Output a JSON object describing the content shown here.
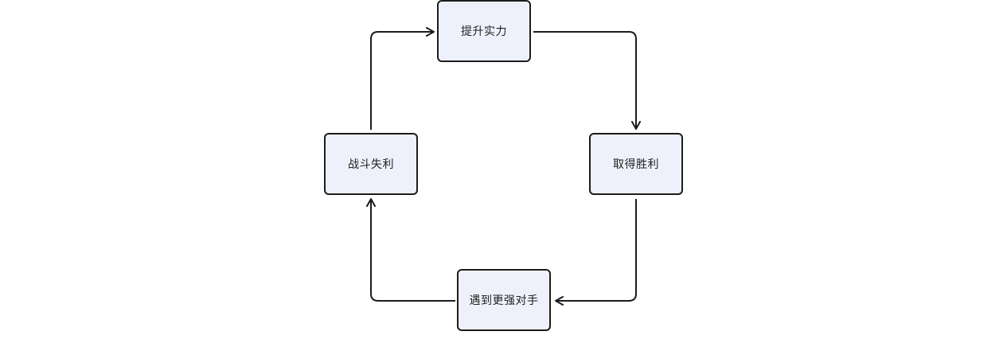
{
  "diagram": {
    "type": "cycle",
    "nodes": [
      {
        "id": "top",
        "label": "提升实力"
      },
      {
        "id": "right",
        "label": "取得胜利"
      },
      {
        "id": "bottom",
        "label": "遇到更强对手"
      },
      {
        "id": "left",
        "label": "战斗失利"
      }
    ],
    "edges": [
      {
        "from": "top",
        "to": "right"
      },
      {
        "from": "right",
        "to": "bottom"
      },
      {
        "from": "bottom",
        "to": "left"
      },
      {
        "from": "left",
        "to": "top"
      }
    ],
    "colors": {
      "node_fill": "#eef1fb",
      "stroke": "#1c1c1c",
      "background": "#ffffff"
    }
  }
}
